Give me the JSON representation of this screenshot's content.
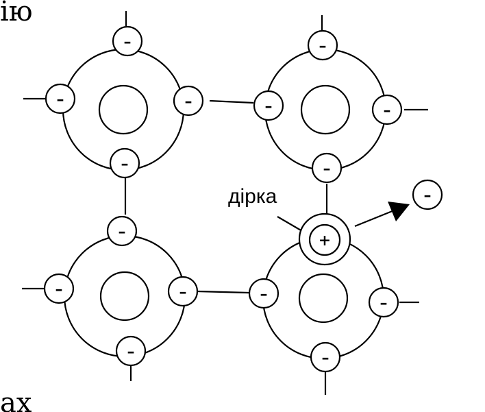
{
  "page_text": {
    "top_left_fragment": "ію",
    "bottom_left_fragment": "ах"
  },
  "labels": {
    "hole": "дірка"
  },
  "signs": {
    "electron": "–",
    "hole_charge": "+"
  },
  "colors": {
    "ink": "#000000",
    "paper": "#ffffff"
  }
}
